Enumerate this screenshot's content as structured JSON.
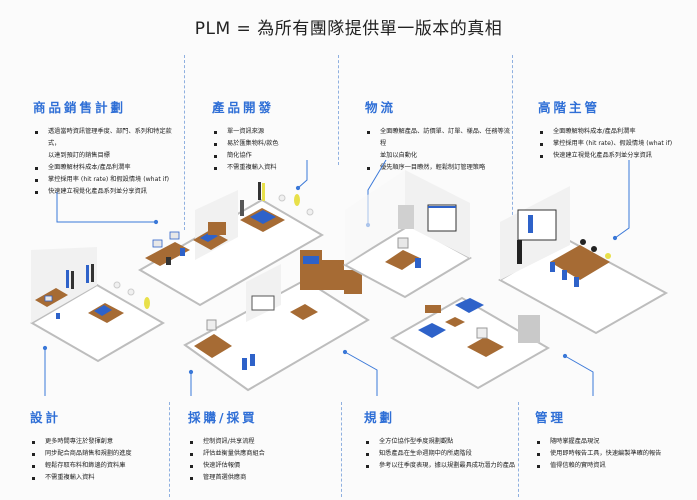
{
  "title": "PLM = 為所有團隊提供單一版本的真相",
  "colors": {
    "accent": "#2f6fd6",
    "connector": "#3a78d8",
    "floor": "#ffffff",
    "floor_edge": "#b9b9b9",
    "wood": "#a66b34",
    "blue_furniture": "#2e62c9",
    "yellow": "#e8e04a"
  },
  "top_sections": [
    {
      "id": "merch",
      "heading": "商品銷售計劃",
      "items": [
        {
          "text": "透過當時資訊管理季度、部門、系列和特定款式，",
          "cont": "以達到預訂的銷售目標"
        },
        {
          "text": "全面瞭解材料成本/產品利潤率"
        },
        {
          "text": "掌控採用率 (hit rate) 和假設情境 (what if)"
        },
        {
          "text": "快速建立視覺化產品系列並分享資訊"
        }
      ]
    },
    {
      "id": "dev",
      "heading": "產品開發",
      "items": [
        {
          "text": "單一資訊來源"
        },
        {
          "text": "易於匯集物料/款色"
        },
        {
          "text": "簡化協作"
        },
        {
          "text": "不需重複輸入資料"
        }
      ]
    },
    {
      "id": "logistics",
      "heading": "物流",
      "items": [
        {
          "text": "全面瞭解產品、訪價單、訂單、樣品、任務等流程",
          "cont": "並加以自動化"
        },
        {
          "text": "優先順序一目瞭然，輕鬆制訂管理策略"
        }
      ]
    },
    {
      "id": "exec",
      "heading": "高階主管",
      "items": [
        {
          "text": "全面瞭解物料成本/產品利潤率"
        },
        {
          "text": "掌控採用率 (hit rate)、假設情境 (what if)"
        },
        {
          "text": "快速建立視覺化產品系列並分享資訊"
        }
      ]
    }
  ],
  "bottom_sections": [
    {
      "id": "design",
      "heading": "設計",
      "items": [
        {
          "text": "更多時間專注於發揮創意"
        },
        {
          "text": "同步配合商品銷售和規劃的進度"
        },
        {
          "text": "輕鬆存取布料和飾邊的資料庫"
        },
        {
          "text": "不需重複輸入資料"
        }
      ]
    },
    {
      "id": "sourcing",
      "heading": "採購/採買",
      "items": [
        {
          "text": "控制資訊/共享流程"
        },
        {
          "text": "評估並衡量供應商組合"
        },
        {
          "text": "快速評估報價"
        },
        {
          "text": "管理首選供應商"
        }
      ]
    },
    {
      "id": "planning",
      "heading": "規劃",
      "items": [
        {
          "text": "全方位協作型季度規劃觀點"
        },
        {
          "text": "知悉產品在生命週期中的所處階段"
        },
        {
          "text": "參考以往季度表現，據以規劃最具成功潛力的產品"
        }
      ]
    },
    {
      "id": "management",
      "heading": "管理",
      "items": [
        {
          "text": "隨時掌握產品現況"
        },
        {
          "text": "使用即時報告工具，快速編製準確的報告"
        },
        {
          "text": "值得信賴的實時資訊"
        }
      ]
    }
  ]
}
